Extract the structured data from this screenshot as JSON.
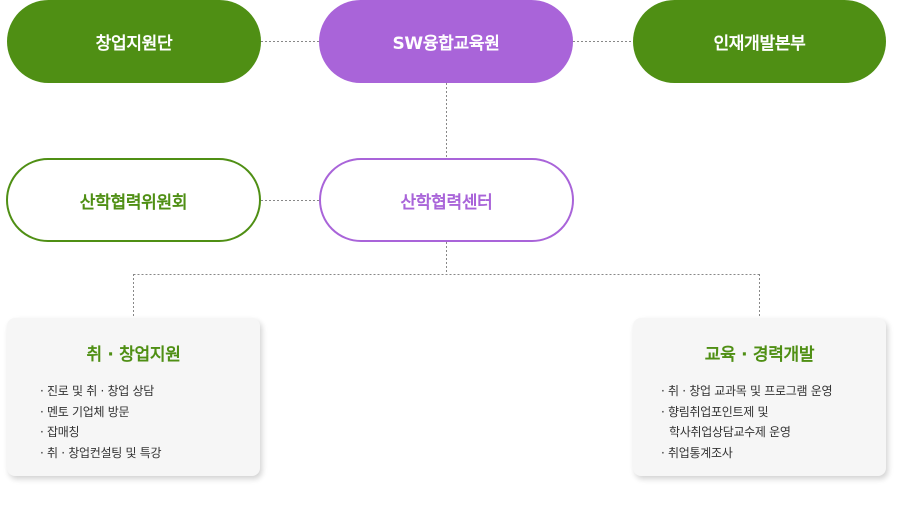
{
  "colors": {
    "green": "#4f8f14",
    "purple": "#a964d9",
    "card_bg": "#f6f6f6",
    "connector": "#888888"
  },
  "top_row": {
    "left": "창업지원단",
    "center": "SW융합교육원",
    "right": "인재개발본부"
  },
  "middle_row": {
    "left": "산학협력위원회",
    "center": "산학협력센터"
  },
  "cards": {
    "left": {
      "title": "취 · 창업지원",
      "items": [
        "· 진로 및 취 · 창업 상담",
        "· 멘토 기업체 방문",
        "· 잡매칭",
        "· 취 · 창업컨설팅 및 특강"
      ]
    },
    "right": {
      "title": "교육 · 경력개발",
      "items": [
        "· 취 · 창업 교과목 및 프로그램 운영",
        "· 향림취업포인트제 및",
        "학사취업상담교수제 운영",
        "· 취업통계조사"
      ]
    }
  }
}
